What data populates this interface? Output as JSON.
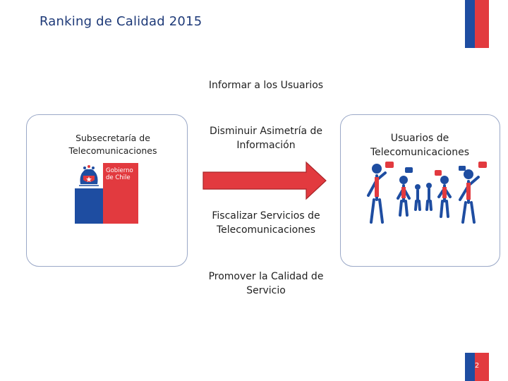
{
  "header": {
    "title": "Ranking de Calidad 2015"
  },
  "left_box": {
    "label": "Subsecretaría de Telecomunicaciones",
    "logo_text": [
      "Gobierno",
      "de Chile"
    ]
  },
  "center": {
    "top_text": "Informar a los Usuarios",
    "arrow_text": "Disminuir Asimetría de Información",
    "middle_text": "Fiscalizar Servicios de Telecomunicaciones",
    "bottom_text": "Promover la Calidad de Servicio"
  },
  "right_box": {
    "label": "Usuarios de Telecomunicaciones"
  },
  "footer": {
    "page_number": "2"
  },
  "colors": {
    "blue": "#1e4da1",
    "red": "#e23a3f",
    "title": "#1e3a78",
    "box_border": "#9aa8c7"
  },
  "icons": [
    "chile-government-logo",
    "right-arrow-icon",
    "people-with-speech-bubbles-icon"
  ]
}
